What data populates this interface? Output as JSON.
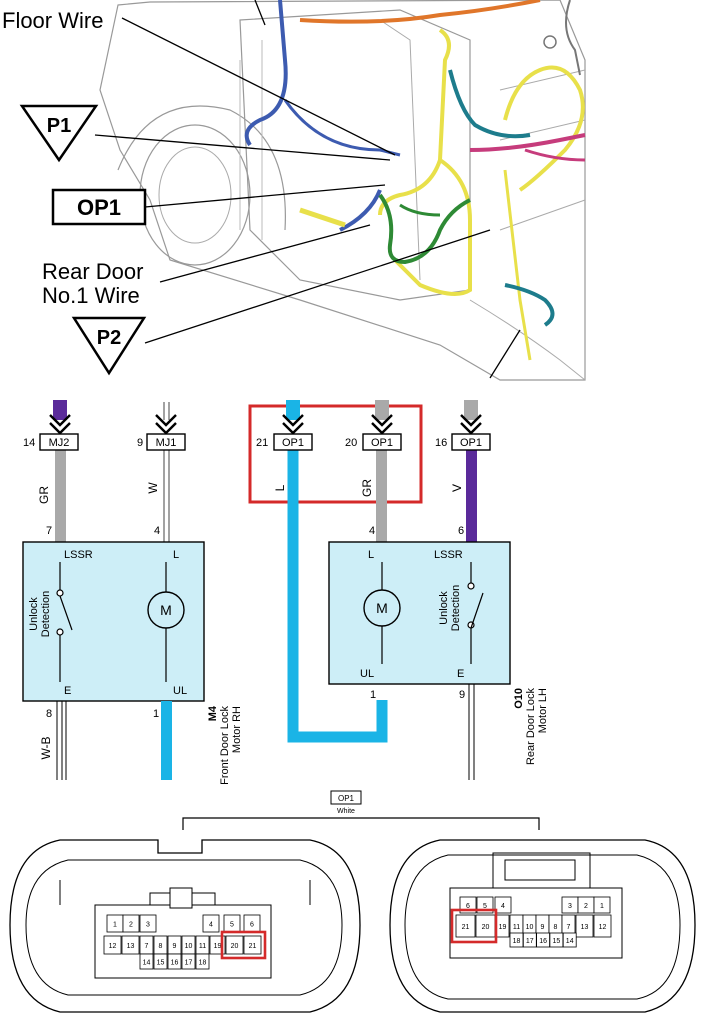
{
  "callouts": {
    "floor_wire": "Floor Wire",
    "p1": "P1",
    "op1": "OP1",
    "rear_door_wire_line1": "Rear Door",
    "rear_door_wire_line2": "No.1 Wire",
    "p2": "P2"
  },
  "schematic": {
    "connectors": [
      {
        "pin": "14",
        "name": "MJ2",
        "wire": "GR",
        "arrow_color": "#5a2a9a"
      },
      {
        "pin": "9",
        "name": "MJ1",
        "wire": "W",
        "arrow_color": "#ffffff"
      },
      {
        "pin": "21",
        "name": "OP1",
        "wire": "L",
        "arrow_color": "#1ab4e6"
      },
      {
        "pin": "20",
        "name": "OP1",
        "wire": "GR",
        "arrow_color": "#ffffff"
      },
      {
        "pin": "16",
        "name": "OP1",
        "wire": "V",
        "arrow_color": "#ffffff"
      }
    ],
    "motor_rh": {
      "pin_top_left": "7",
      "pin_top_right": "4",
      "term_top_left": "LSSR",
      "term_top_right": "L",
      "term_bottom_left": "E",
      "term_bottom_right": "UL",
      "pin_bottom_left": "8",
      "pin_bottom_right": "1",
      "switch_line1": "Unlock",
      "switch_line2": "Detection",
      "motor_symbol": "M",
      "id": "M4",
      "name_line1": "Front Door Lock",
      "name_line2": "Motor RH",
      "bottom_wire": "W-B"
    },
    "motor_lh": {
      "pin_top_left": "4",
      "pin_top_right": "6",
      "term_top_left": "L",
      "term_top_right": "LSSR",
      "term_bottom_left": "UL",
      "term_bottom_right": "E",
      "pin_bottom_left": "1",
      "pin_bottom_right": "9",
      "switch_line1": "Unlock",
      "switch_line2": "Detection",
      "motor_symbol": "M",
      "id": "O10",
      "name_line1": "Rear Door Lock",
      "name_line2": "Motor LH"
    }
  },
  "connector_face": {
    "title": "OP1",
    "color": "White",
    "left": {
      "row1": [
        "1",
        "2",
        "3",
        "4",
        "5",
        "6"
      ],
      "row2": [
        "12",
        "13",
        "7",
        "8",
        "9",
        "10",
        "11",
        "19",
        "20",
        "21"
      ],
      "row3": [
        "14",
        "15",
        "16",
        "17",
        "18"
      ]
    },
    "right": {
      "row1": [
        "6",
        "5",
        "4",
        "3",
        "2",
        "1"
      ],
      "row2": [
        "21",
        "20",
        "19",
        "11",
        "10",
        "9",
        "8",
        "7",
        "13",
        "12"
      ],
      "row3": [
        "18",
        "17",
        "16",
        "15",
        "14"
      ]
    }
  },
  "colors": {
    "highlight": "#d42a2a",
    "component_fill": "#cdeef7",
    "wire_gray": "#a9a9a9",
    "wire_blue": "#1ab4e6",
    "wire_violet": "#5a2a9a"
  }
}
